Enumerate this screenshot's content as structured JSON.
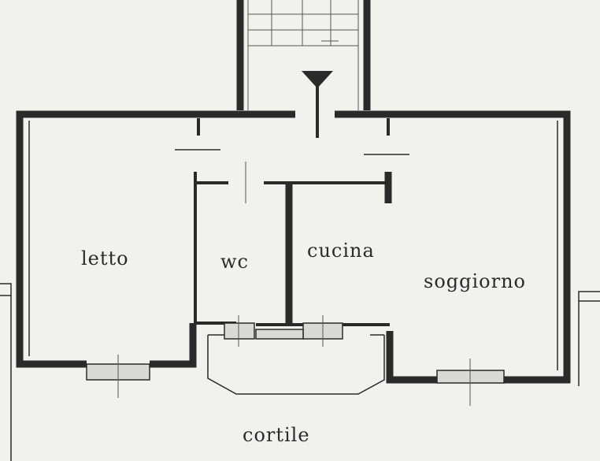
{
  "rooms": {
    "letto": "letto",
    "wc": "wc",
    "cucina": "cucina",
    "soggiorno": "soggiorno"
  },
  "outside": {
    "cortile": "cortile"
  },
  "colors": {
    "wall": "#2a2a2a",
    "paper": "#f1f1ee"
  }
}
